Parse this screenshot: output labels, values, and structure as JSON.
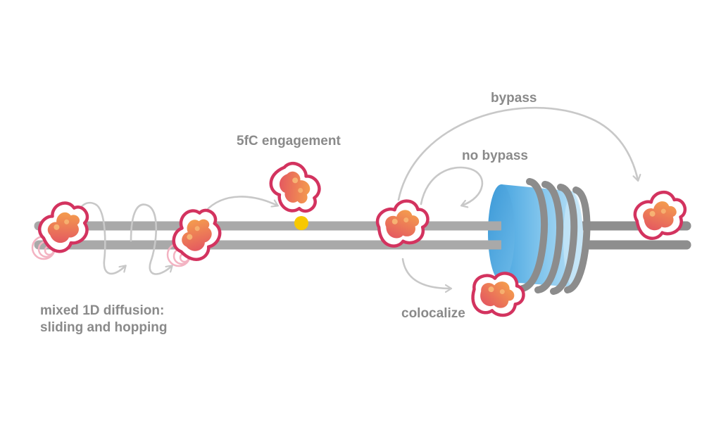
{
  "labels": {
    "diffusion_line1": "mixed 1D diffusion:",
    "diffusion_line2": "sliding and hopping",
    "engagement": "5fC engagement",
    "bypass": "bypass",
    "no_bypass": "no bypass",
    "colocalize": "colocalize"
  },
  "colors": {
    "dna_strand": "#a9a9a9",
    "dna_strand_dark": "#8e8e8e",
    "arrow": "#c8c8c8",
    "label_text": "#8a8a8a",
    "protein_outline": "#d3335f",
    "protein_fill_start": "#f7a94a",
    "protein_fill_end": "#e24f63",
    "protein_ghost": "#f3b3c2",
    "fivefc_marker": "#f7c800",
    "nucleosome_light": "#a8d8f2",
    "nucleosome_dark": "#4aa6e0",
    "nucleosome_wrap": "#8c8c8c"
  },
  "icons": [
    "protein-icon",
    "5fc-marker-icon",
    "nucleosome-icon"
  ]
}
